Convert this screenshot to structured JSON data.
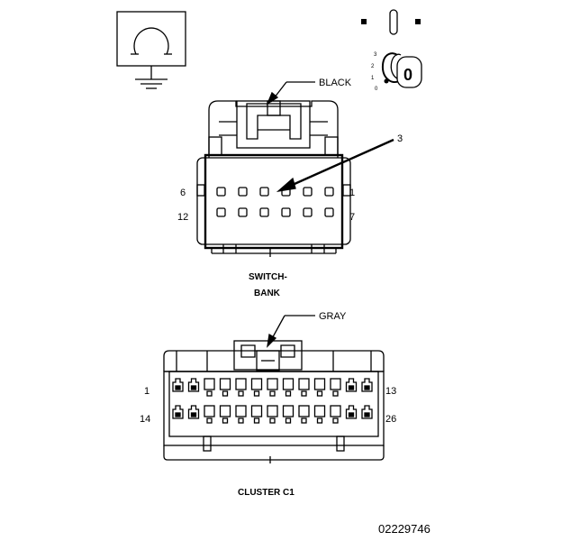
{
  "ground_symbol": {
    "icon": "ground-symbol-icon"
  },
  "ignition_switch": {
    "icon": "ignition-key-switch-icon",
    "positions": [
      "3",
      "2",
      "1",
      "0"
    ],
    "key_label": "0"
  },
  "switch_bank": {
    "name_line1": "SWITCH-",
    "name_line2": "BANK",
    "color": "BLACK",
    "callout": "3",
    "pin_top_left": "6",
    "pin_top_right": "1",
    "pin_bottom_left": "12",
    "pin_bottom_right": "7"
  },
  "cluster_c1": {
    "name": "CLUSTER C1",
    "color": "GRAY",
    "pin_top_left": "1",
    "pin_top_right": "13",
    "pin_bottom_left": "14",
    "pin_bottom_right": "26"
  },
  "figure_number": "02229746"
}
